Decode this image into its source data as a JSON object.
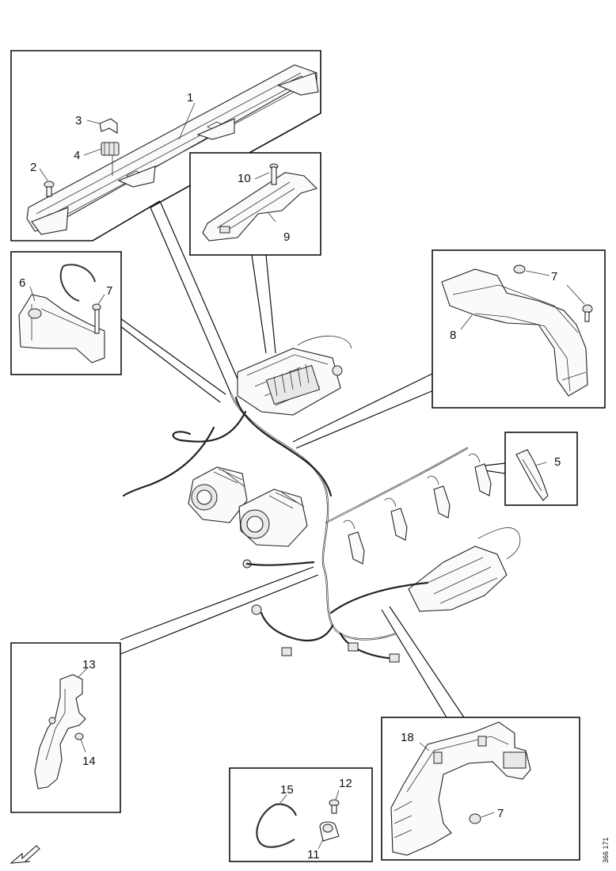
{
  "callouts": {
    "c1": "1",
    "c2": "2",
    "c3": "3",
    "c4": "4",
    "c5": "5",
    "c6": "6",
    "c7a": "7",
    "c7b": "7",
    "c7c": "7",
    "c8": "8",
    "c9": "9",
    "c10": "10",
    "c11": "11",
    "c12": "12",
    "c13": "13",
    "c14": "14",
    "c15": "15",
    "c18": "18"
  },
  "reference_number": "366 171",
  "icons": {
    "orientation": "direction-arrow-icon",
    "alternator": "alternator-icon",
    "starter": "starter-motor-icon",
    "fuse_box": "fuse-box-icon"
  }
}
